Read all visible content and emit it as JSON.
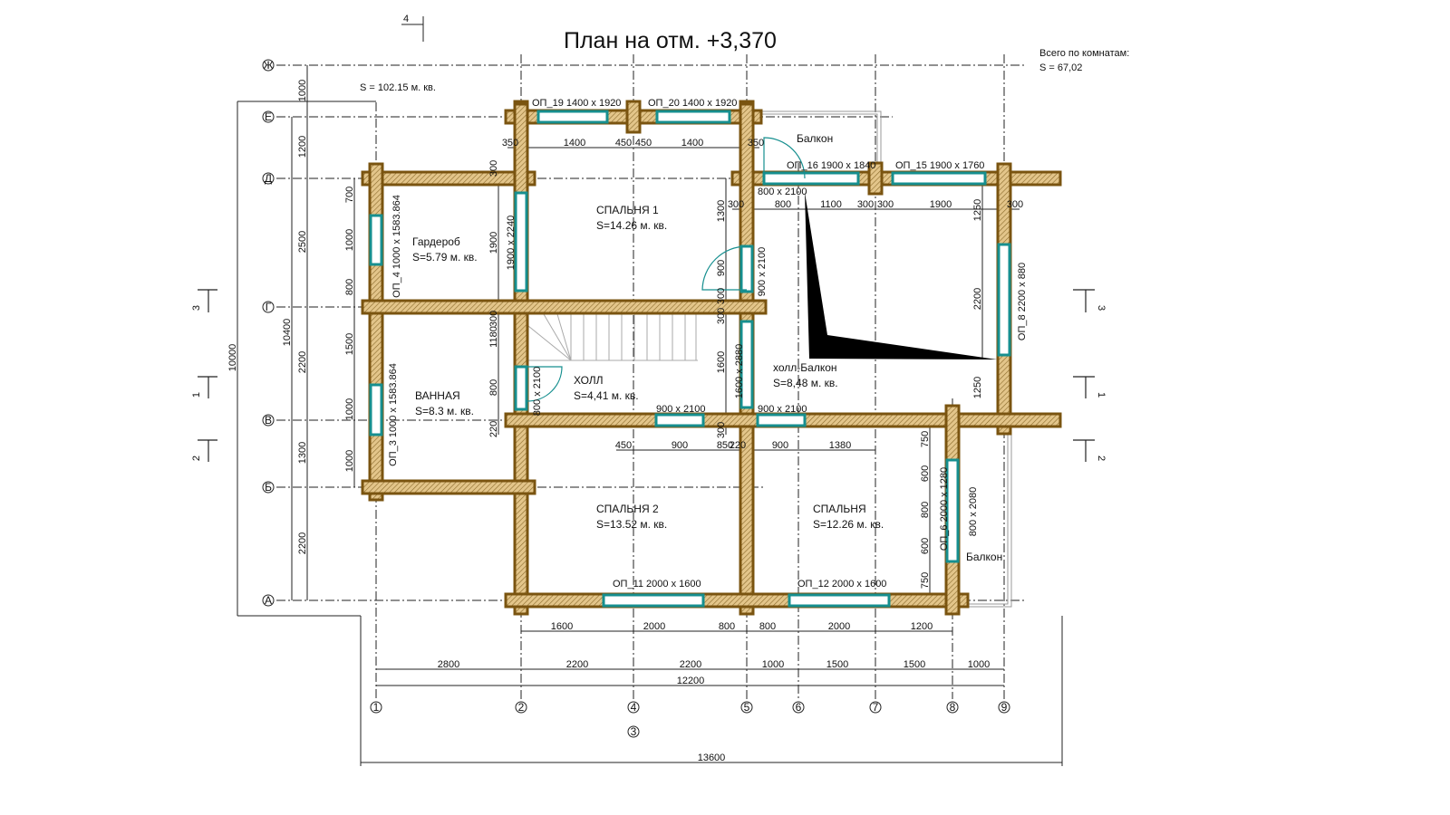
{
  "title": "План на отм. +3,370",
  "total_area": "S  =  102.15 м. кв.",
  "rooms_total": {
    "label": "Всего по комнатам:",
    "value": "S   = 67,02"
  },
  "axes": {
    "rows": [
      "Ж",
      "Е",
      "Д",
      "Г",
      "В",
      "Б",
      "А"
    ],
    "cols": [
      "1",
      "2",
      "3",
      "4",
      "5",
      "6",
      "7",
      "8",
      "9"
    ]
  },
  "rooms": [
    {
      "name": "Гардероб",
      "area": "S=5.79 м. кв."
    },
    {
      "name": "СПАЛЬНЯ 1",
      "area": "S=14.26 м. кв."
    },
    {
      "name": "ВАННАЯ",
      "area": "S=8.3 м. кв."
    },
    {
      "name": "ХОЛЛ",
      "area": "S=4,41 м. кв."
    },
    {
      "name": "холл-Балкон",
      "area": "S=8,48 м. кв."
    },
    {
      "name": "СПАЛЬНЯ 2",
      "area": "S=13.52 м. кв."
    },
    {
      "name": "СПАЛЬНЯ",
      "area": "S=12.26 м. кв."
    },
    {
      "name": "Балкон"
    },
    {
      "name": "Балкон"
    }
  ],
  "openings": [
    "ОП_19 1400 x 1920",
    "ОП_20 1400 x 1920",
    "ОП_16 1900 x 1840",
    "ОП_15 1900 x 1760",
    "800 x 2100",
    "ОП_4 1000 x 1583.864",
    "1900 x 2240",
    "900 x 2100",
    "ОП_8 2200 x 880",
    "ОП_3 1000 x 1583.864",
    "800 x 2100",
    "1600 x 2880",
    "900 x 2100",
    "900 x 2100",
    "ОП_6 2000 x 1280",
    "800 x 2080",
    "ОП_11 2000 x 1600",
    "ОП_12 2000 x 1600"
  ],
  "dims": {
    "top_e": [
      "350",
      "1400",
      "450",
      "450",
      "1400",
      "350"
    ],
    "top_d": [
      "300",
      "800",
      "1100",
      "300",
      "300",
      "1900",
      "300"
    ],
    "mid_v": [
      "450",
      "900",
      "850",
      "220",
      "900",
      "1380"
    ],
    "bottom_a": [
      "1600",
      "2000",
      "800",
      "800",
      "2000",
      "1200"
    ],
    "axes_row": [
      "2800",
      "2200",
      "2200",
      "1000",
      "1500",
      "1500",
      "1000"
    ],
    "overall_12200": "12200",
    "overall_13600": "13600",
    "left_axes": [
      "1000",
      "1200",
      "2500",
      "2200",
      "1300",
      "2200"
    ],
    "left_10400": "10400",
    "left_10000": "10000",
    "left_wall1": [
      "700",
      "1000",
      "800",
      "1500",
      "1000",
      "1000"
    ],
    "wall2": [
      "300",
      "1900",
      "300",
      "1180",
      "800",
      "220"
    ],
    "wall5": [
      "1300",
      "900",
      "300",
      "300",
      "1600",
      "300"
    ],
    "wall9": [
      "1250",
      "2200",
      "1250"
    ],
    "wall8": [
      "750",
      "600",
      "800",
      "600",
      "750"
    ]
  },
  "sections": [
    "4",
    "3",
    "3",
    "1",
    "1",
    "2",
    "2"
  ],
  "colors": {
    "wall": "#7a5410",
    "wall_fill": "#d9b77a",
    "window": "#168f8f"
  }
}
